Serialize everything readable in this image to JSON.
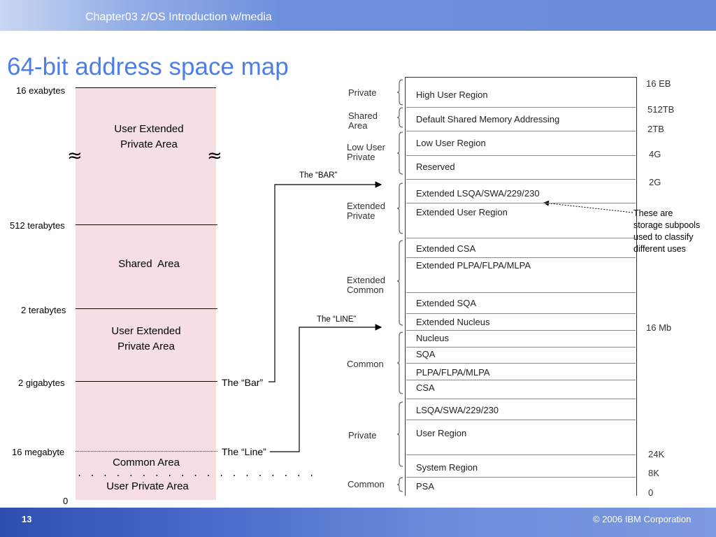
{
  "header": {
    "title": "Chapter03 z/OS Introduction w/media"
  },
  "page_title": "64-bit address space map",
  "left_map": {
    "boundary_labels": [
      "16 exabytes",
      "512 terabytes",
      "2 terabytes",
      "2 gigabytes",
      "16 megabyte",
      "0"
    ],
    "regions": [
      "User Extended\nPrivate Area",
      "Shared  Area",
      "User Extended\nPrivate Area",
      "Common Area",
      "User Private Area"
    ],
    "tilde": "≈",
    "dots": ". . . . . . . . . . . . . . . . . . .",
    "bar_label": "The “Bar”",
    "line_label": "The “Line”"
  },
  "callouts": {
    "bar": "The “BAR”",
    "line": "The “LINE”",
    "note": "These are\nstorage subpools\nused to classify\ndifferent uses"
  },
  "right_map": {
    "rows": [
      "High User Region",
      "Default Shared Memory Addressing",
      "Low User Region",
      "Reserved",
      "Extended LSQA/SWA/229/230",
      "Extended User Region",
      "Extended CSA",
      "Extended PLPA/FLPA/MLPA",
      "Extended SQA",
      "Extended Nucleus",
      "Nucleus",
      "SQA",
      "PLPA/FLPA/MLPA",
      "CSA",
      "LSQA/SWA/229/230",
      "User Region",
      "System Region",
      "PSA"
    ],
    "groups": [
      "Private",
      "Shared\nArea",
      "Low User\nPrivate",
      "Extended\nPrivate",
      "Extended\nCommon",
      "Common",
      "Private",
      "Common"
    ],
    "values": [
      "16 EB",
      "512TB",
      "2TB",
      "4G",
      "2G",
      "16 Mb",
      "24K",
      "8K",
      "0"
    ]
  },
  "footer": {
    "page_number": "13",
    "copyright": "© 2006 IBM Corporation"
  }
}
